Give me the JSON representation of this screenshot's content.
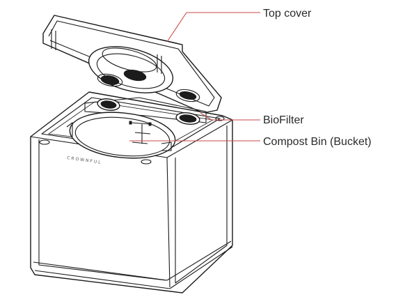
{
  "labels": {
    "top_cover": "Top cover",
    "biofilter": "BioFilter",
    "compost_bin": "Compost Bin (Bucket)"
  },
  "brand_text": "CROWNFUL",
  "colors": {
    "leader_line": "#c94a4a",
    "outline": "#1a1a1a",
    "label_text": "#2a2a2a"
  }
}
